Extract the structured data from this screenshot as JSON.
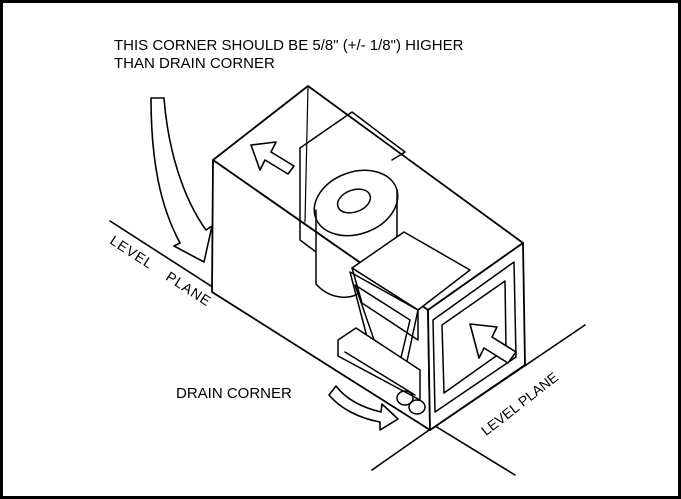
{
  "annotations": {
    "corner_note_line1": "THIS CORNER SHOULD BE 5/8\" (+/- 1/8\") HIGHER",
    "corner_note_line2": "THAN DRAIN CORNER",
    "drain_corner": "DRAIN CORNER",
    "level_plane_left_word1": "LEVEL",
    "level_plane_left_word2": "PLANE",
    "level_plane_right": "LEVEL PLANE"
  },
  "colors": {
    "line": "#000000",
    "background": "#ffffff"
  }
}
